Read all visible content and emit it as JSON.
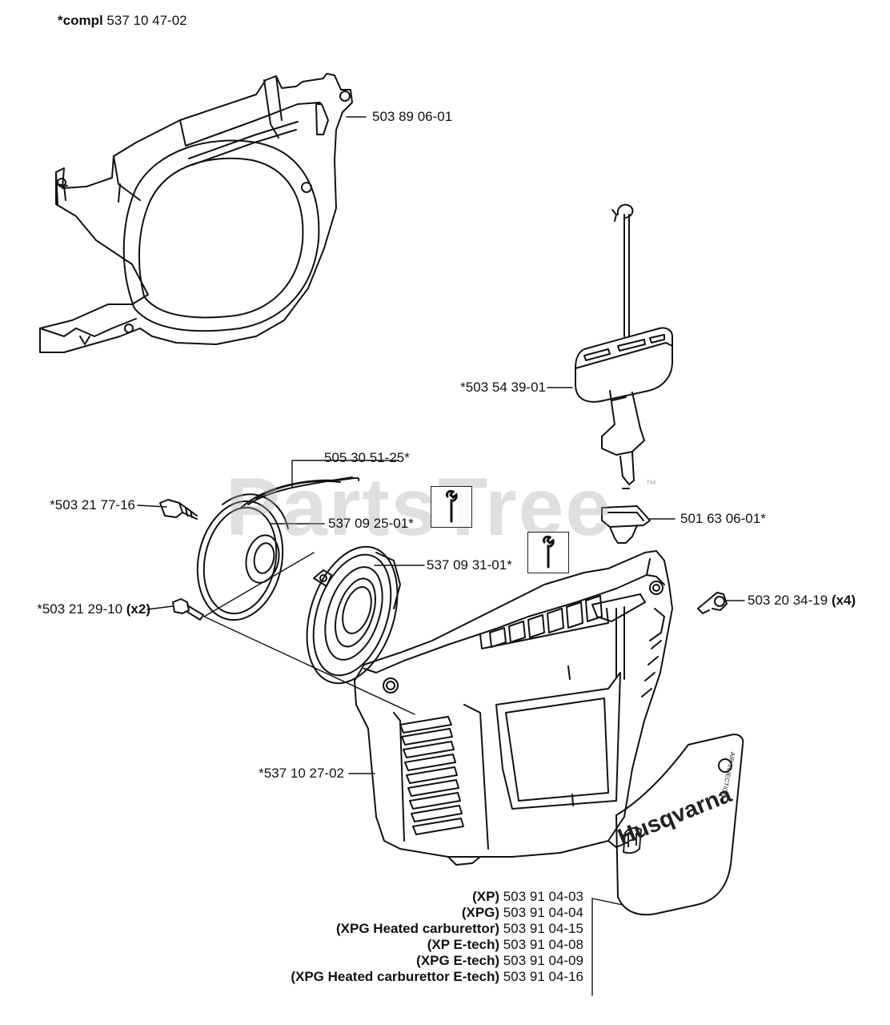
{
  "header": {
    "prefix": "*compl",
    "number": "537 10 47-02"
  },
  "watermark": {
    "text": "PartsTree",
    "trademark": "™"
  },
  "labels": {
    "housing": "503 89 06-01",
    "handle": "*503 54 39-01",
    "cord": "505 30 51-25*",
    "screw_top": "*503 21 77-16",
    "pulley": "537 09 25-01*",
    "guide": "501 63 06-01*",
    "spring": "537 09 31-01*",
    "screw_small": "*503 21 29-10",
    "screw_small_qty": "(x2)",
    "screw_right": "503 20 34-19",
    "screw_right_qty": "(x4)",
    "cover": "*537 10 27-02"
  },
  "decal_list": [
    {
      "variant": "(XP)",
      "part": "503 91 04-03"
    },
    {
      "variant": "(XPG)",
      "part": "503 91 04-04"
    },
    {
      "variant": "(XPG Heated carburettor)",
      "part": "503 91 04-15"
    },
    {
      "variant": "(XP E-tech)",
      "part": "503 91 04-08"
    },
    {
      "variant": "(XPG E-tech)",
      "part": "503 91 04-09"
    },
    {
      "variant": "(XPG Heated carburettor E-tech)",
      "part": "503 91 04-16"
    }
  ],
  "decal_brand": "Husqvarna",
  "decal_small_text": "AIR INJECTION",
  "icons": {
    "tool_icon": "wrench-icon",
    "brand_logo": "husqvarna-logo-icon"
  }
}
